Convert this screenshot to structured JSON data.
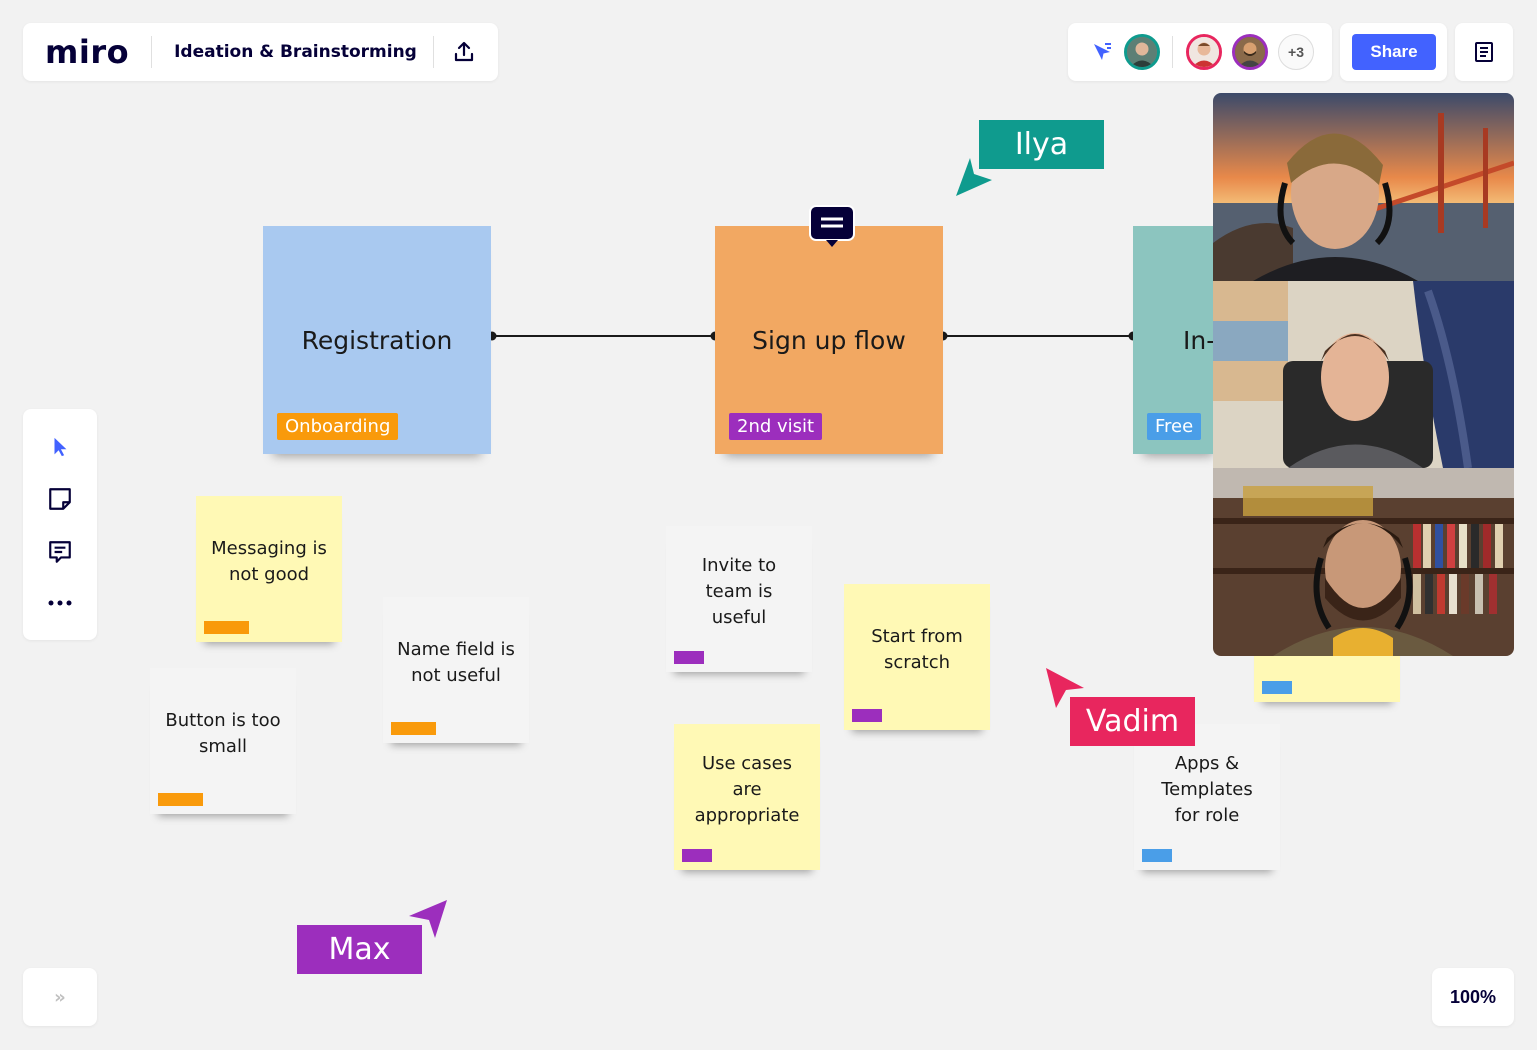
{
  "app": {
    "logo": "miro",
    "board_title": "Ideation & Brainstorming"
  },
  "header": {
    "share_label": "Share",
    "extra_collaborators": "+3"
  },
  "zoom": "100%",
  "frames": [
    {
      "title": "Registration",
      "tag": "Onboarding",
      "color": "#a9c9f0",
      "tag_color": "#f99a0b"
    },
    {
      "title": "Sign up flow",
      "tag": "2nd visit",
      "color": "#f2a862",
      "tag_color": "#9c2ebd"
    },
    {
      "title": "In-",
      "tag": "Free",
      "color": "#8cc5bf",
      "tag_color": "#4a9ee8"
    }
  ],
  "stickies": [
    {
      "text": "Messaging is not good",
      "bg": "#fff9b5",
      "bar": "#f99a0b"
    },
    {
      "text": "Name field is not useful",
      "bg": "#f4f4f4",
      "bar": "#f99a0b"
    },
    {
      "text": "Button is too small",
      "bg": "#f4f4f4",
      "bar": "#f99a0b"
    },
    {
      "text": "Invite to team is useful",
      "bg": "#f4f4f4",
      "bar": "#9c2ebd"
    },
    {
      "text": "Start from scratch",
      "bg": "#fff9b5",
      "bar": "#9c2ebd"
    },
    {
      "text": "Use cases are appropriate",
      "bg": "#fff9b5",
      "bar": "#9c2ebd"
    },
    {
      "text": "Apps & Templates for role",
      "bg": "#f4f4f4",
      "bar": "#4a9ee8"
    },
    {
      "text": "",
      "bg": "#fff9b5",
      "bar": "#4a9ee8"
    }
  ],
  "cursors": [
    {
      "name": "Ilya",
      "color": "#0f9b8e"
    },
    {
      "name": "Vadim",
      "color": "#e8265e"
    },
    {
      "name": "Max",
      "color": "#9c2ebd"
    }
  ],
  "icons": {
    "upload": "upload-icon",
    "follow": "follow-cursor-icon",
    "notes": "notes-icon",
    "select": "cursor-arrow-icon",
    "sticky": "sticky-note-icon",
    "comment": "comment-icon",
    "more": "more-dots-icon",
    "expand": "expand-chevrons-icon"
  }
}
